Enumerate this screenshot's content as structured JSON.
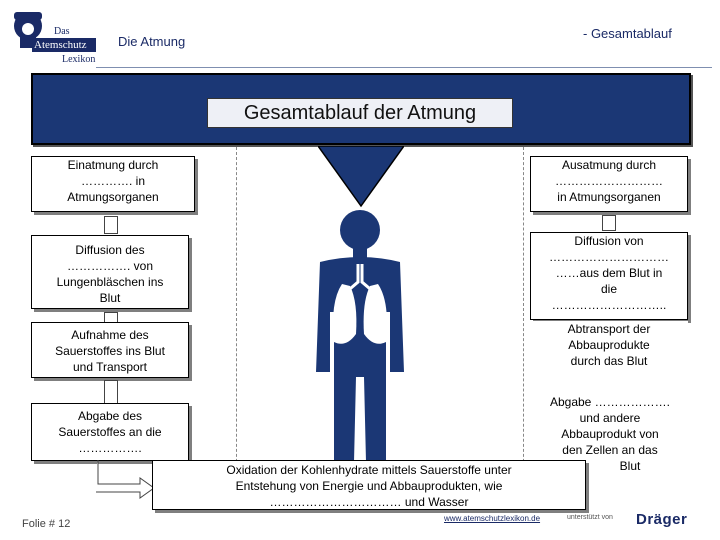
{
  "logo": {
    "line1": "Das",
    "line2": "Atemschutz",
    "line3": "Lexikon"
  },
  "header": {
    "subject": "Die Atmung",
    "section": "- Gesamtablauf"
  },
  "banner": {
    "title": "Gesamtablauf der Atmung"
  },
  "left": {
    "box1": [
      "Einatmung durch",
      "…………. in",
      "Atmungsorganen"
    ],
    "box2": [
      "Diffusion des",
      "……………. von",
      "Lungenbläschen ins",
      "Blut"
    ],
    "box3": [
      "Aufnahme des",
      "Sauerstoffes ins Blut",
      "und Transport"
    ],
    "box4": [
      "Abgabe des",
      "Sauerstoffes an die",
      "……………."
    ]
  },
  "right": {
    "box1": [
      "Ausatmung durch",
      "………………………",
      "in Atmungsorganen"
    ],
    "box2": [
      "Diffusion von",
      "…………………………",
      "……aus dem Blut in",
      "die",
      "……………………….."
    ],
    "box3": [
      "Abtransport der",
      "Abbauprodukte",
      "durch das Blut"
    ],
    "box4": [
      "Abgabe ……………….",
      "und andere",
      "Abbauprodukt von",
      "den Zellen an das",
      "Blut"
    ]
  },
  "bottom": {
    "lines": [
      "Oxidation der Kohlenhydrate mittels Sauerstoffe unter",
      "Entstehung von Energie und Abbauprodukten, wie",
      "…………………………… und Wasser"
    ]
  },
  "footer": {
    "slide_number": "Folie # 12",
    "link": "www.atemschutzlexikon.de",
    "support": "unterstützt von",
    "brand": "Dräger"
  },
  "colors": {
    "banner": "#1b3775",
    "figure": "#1b3775",
    "lungs": "#ffffff"
  }
}
